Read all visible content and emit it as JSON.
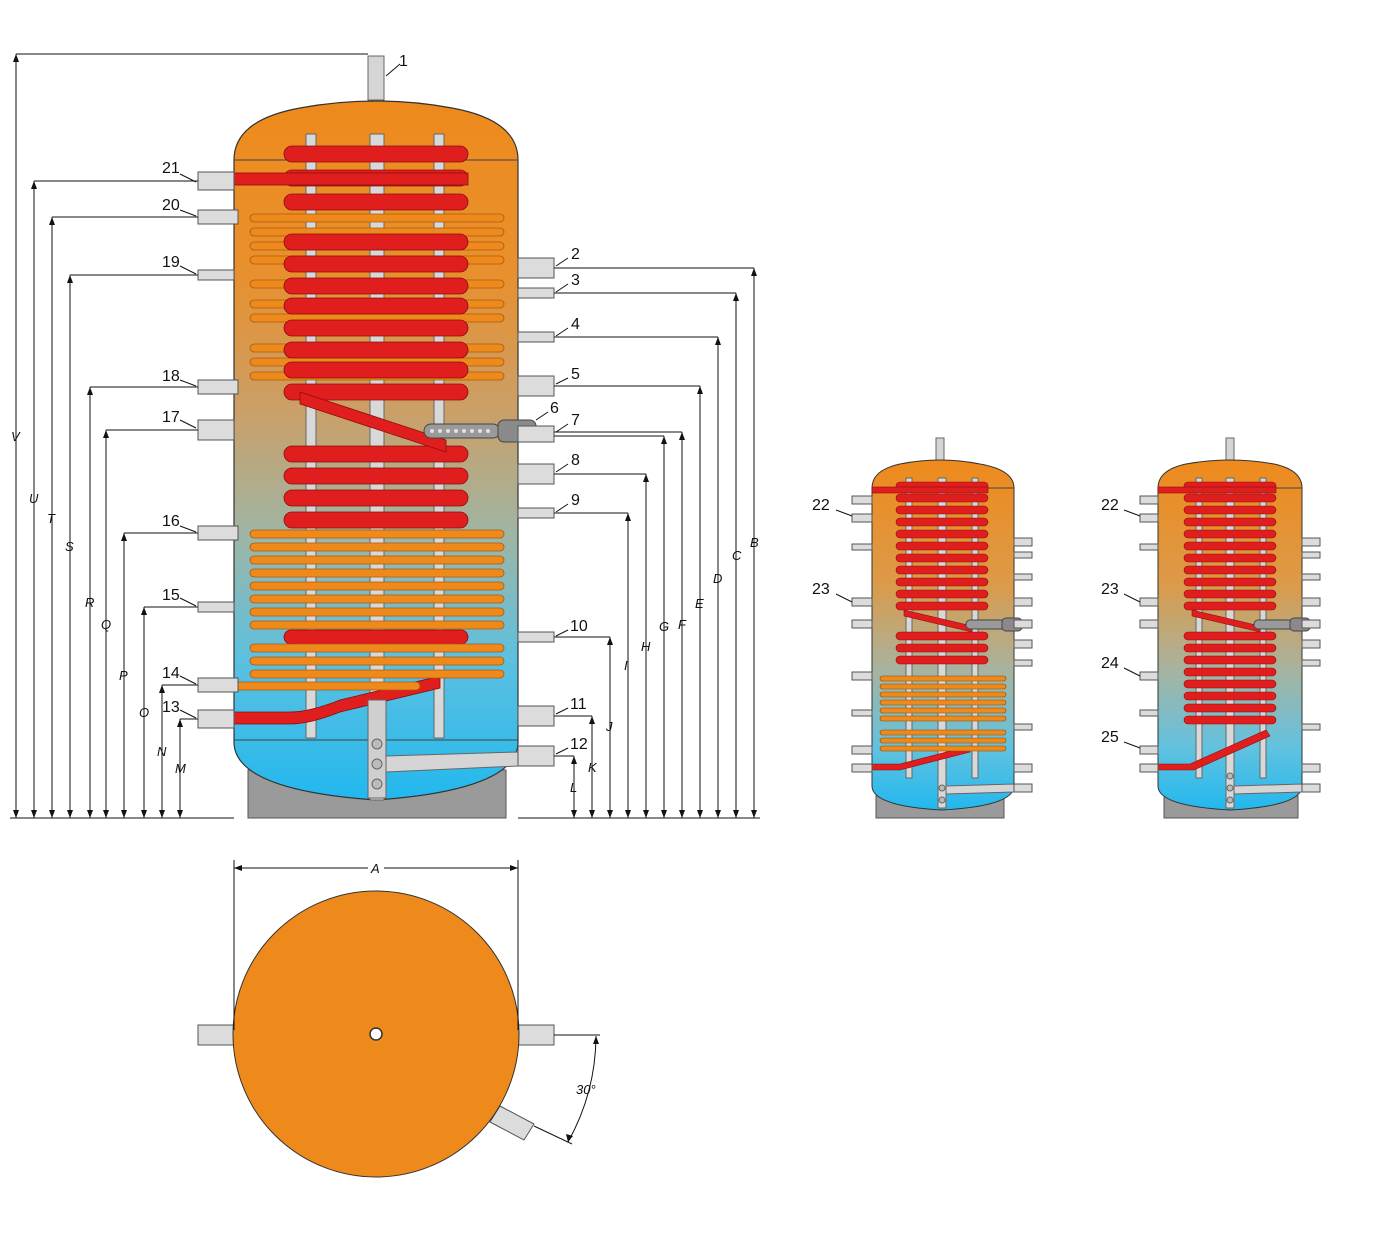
{
  "colors": {
    "tank_top": "#ee8a1c",
    "tank_bottom": "#2ab8ec",
    "coil_red": "#e01e1e",
    "coil_orange": "#ee8a1c",
    "base_gray": "#9a9a9a",
    "nozzle_gray": "#dcdcdc"
  },
  "numbers": {
    "n1": "1",
    "n2": "2",
    "n3": "3",
    "n4": "4",
    "n5": "5",
    "n6": "6",
    "n7": "7",
    "n8": "8",
    "n9": "9",
    "n10": "10",
    "n11": "11",
    "n12": "12",
    "n13": "13",
    "n14": "14",
    "n15": "15",
    "n16": "16",
    "n17": "17",
    "n18": "18",
    "n19": "19",
    "n20": "20",
    "n21": "21"
  },
  "small_left_numbers": {
    "n22": "22",
    "n23": "23"
  },
  "small_right_numbers": {
    "n22": "22",
    "n23": "23",
    "n24": "24",
    "n25": "25"
  },
  "dimensions": {
    "A": "A",
    "B": "B",
    "C": "C",
    "D": "D",
    "E": "E",
    "F": "F",
    "G": "G",
    "H": "H",
    "I": "I",
    "J": "J",
    "K": "K",
    "L": "L",
    "M": "M",
    "N": "N",
    "O": "O",
    "P": "P",
    "Q": "Q",
    "R": "R",
    "S": "S",
    "T": "T",
    "U": "U",
    "V": "V"
  },
  "angle": "30°"
}
